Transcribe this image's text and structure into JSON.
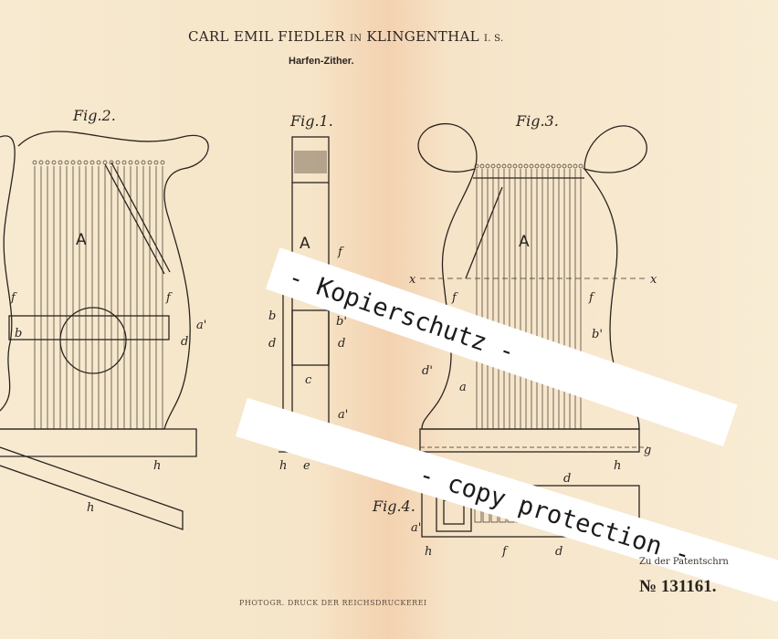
{
  "header": {
    "name": "CARL EMIL FIEDLER",
    "in": "IN",
    "place": "KLINGENTHAL",
    "region": "I. S.",
    "subtitle": "Harfen-Zither."
  },
  "figures": {
    "fig1": "Fig.1.",
    "fig2": "Fig.2.",
    "fig3": "Fig.3.",
    "fig4": "Fig.4."
  },
  "labels": {
    "A": "A",
    "f": "f",
    "b": "b",
    "b_prime": "b'",
    "d": "d",
    "a": "a",
    "a_prime": "a'",
    "d_prime": "d'",
    "h": "h",
    "c": "c",
    "e": "e",
    "x": "x",
    "g": "g"
  },
  "footer": {
    "ref": "Zu der Patentschrn",
    "patent_number": "№ 131161.",
    "printer": "PHOTOGR. DRUCK DER REICHSDRUCKEREI"
  },
  "watermark": {
    "line1": "- Kopierschutz -",
    "line2": "- copy protection -"
  }
}
